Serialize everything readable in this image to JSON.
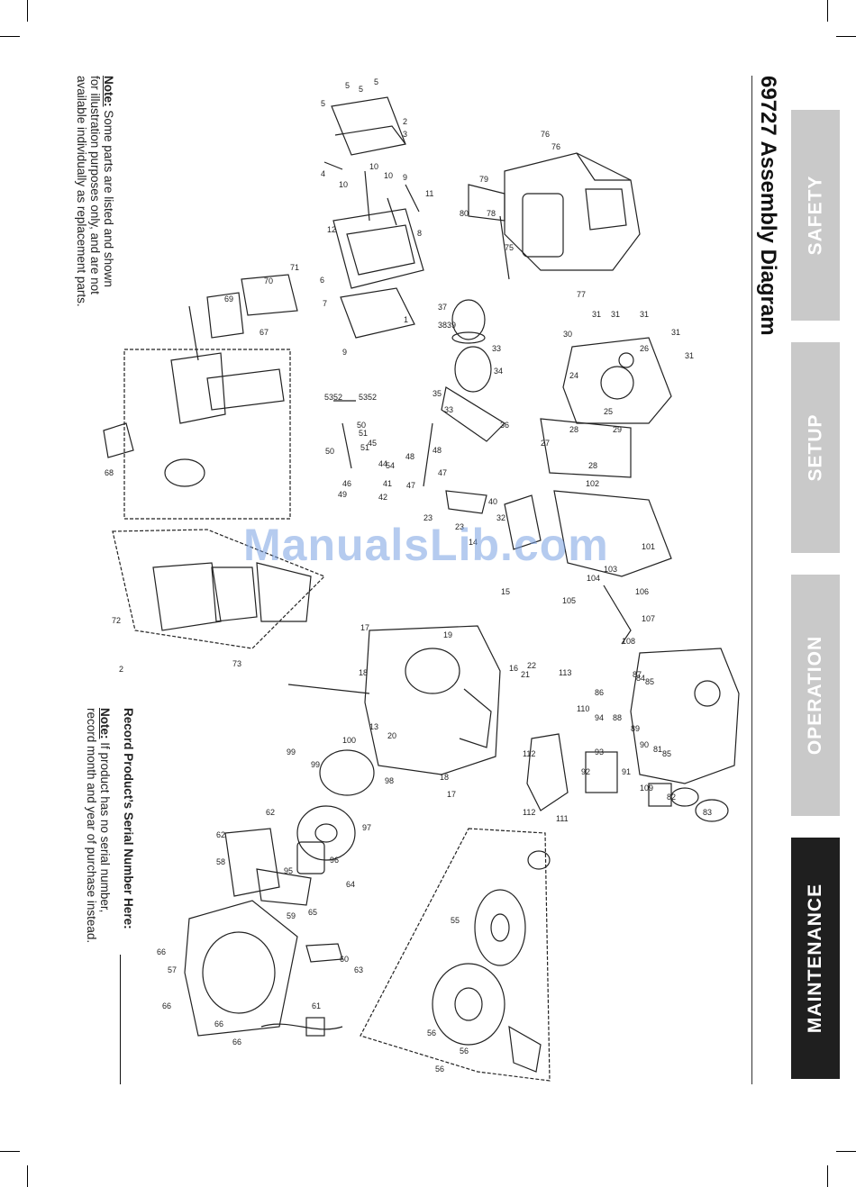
{
  "title": "69727 Assembly Diagram",
  "tabs": [
    {
      "label": "SAFETY",
      "active": false
    },
    {
      "label": "SETUP",
      "active": false
    },
    {
      "label": "OPERATION",
      "active": false
    },
    {
      "label": "MAINTENANCE",
      "active": true
    }
  ],
  "note": {
    "label": "Note:",
    "line1": "Some parts are listed and shown",
    "line2": "for illustration purposes only, and are not",
    "line3": "available individually as replacement parts."
  },
  "record": {
    "heading": "Record Product’s Serial Number Here:",
    "note_label": "Note:",
    "line1": "If product has no serial number,",
    "line2": "record month and year of purchase instead."
  },
  "watermark": "ManualsLib.com",
  "colors": {
    "tab_inactive": "#c9c9c9",
    "tab_active": "#1f1f1f",
    "watermark": "#78a0e1"
  },
  "callouts": [
    "1",
    "2",
    "3",
    "4",
    "5",
    "6",
    "7",
    "8",
    "9",
    "10",
    "11",
    "12",
    "13",
    "14",
    "15",
    "16",
    "17",
    "18",
    "19",
    "20",
    "21",
    "22",
    "23",
    "24",
    "25",
    "26",
    "27",
    "28",
    "29",
    "30",
    "31",
    "32",
    "33",
    "34",
    "35",
    "36",
    "37",
    "38",
    "39",
    "40",
    "41",
    "42",
    "44",
    "45",
    "46",
    "47",
    "48",
    "49",
    "50",
    "51",
    "52",
    "53",
    "54",
    "55",
    "56",
    "57",
    "58",
    "59",
    "60",
    "61",
    "62",
    "63",
    "64",
    "65",
    "66",
    "67",
    "68",
    "69",
    "70",
    "71",
    "72",
    "73",
    "75",
    "76",
    "77",
    "78",
    "79",
    "80",
    "81",
    "82",
    "83",
    "84",
    "85",
    "86",
    "87",
    "88",
    "89",
    "90",
    "91",
    "92",
    "93",
    "94",
    "95",
    "96",
    "97",
    "98",
    "99",
    "100",
    "101",
    "102",
    "103",
    "104",
    "105",
    "106",
    "107",
    "108",
    "109",
    "110",
    "111",
    "112",
    "113"
  ]
}
